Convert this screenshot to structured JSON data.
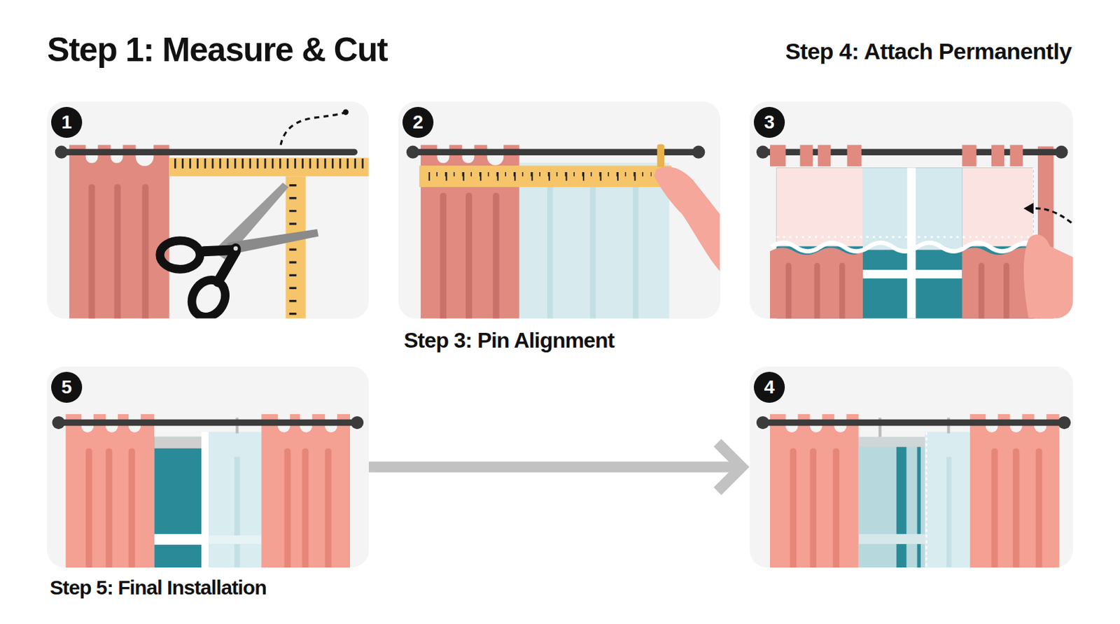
{
  "diagram": {
    "nodes": [
      {
        "text": [
          "1"
        ]
      },
      {
        "text": [
          "2"
        ]
      },
      {
        "text": [
          "3"
        ]
      },
      {
        "text": [
          "5"
        ]
      },
      {
        "text": [
          "4"
        ]
      }
    ],
    "edges": [
      {
        "from": 3,
        "to": 4,
        "arrow": "to"
      }
    ],
    "labels": [
      "Step 1: Measure & Cut",
      "Step 4: Attach Permanently",
      "Step 3: Pin Alignment",
      "Step 5: Final Installation"
    ]
  }
}
